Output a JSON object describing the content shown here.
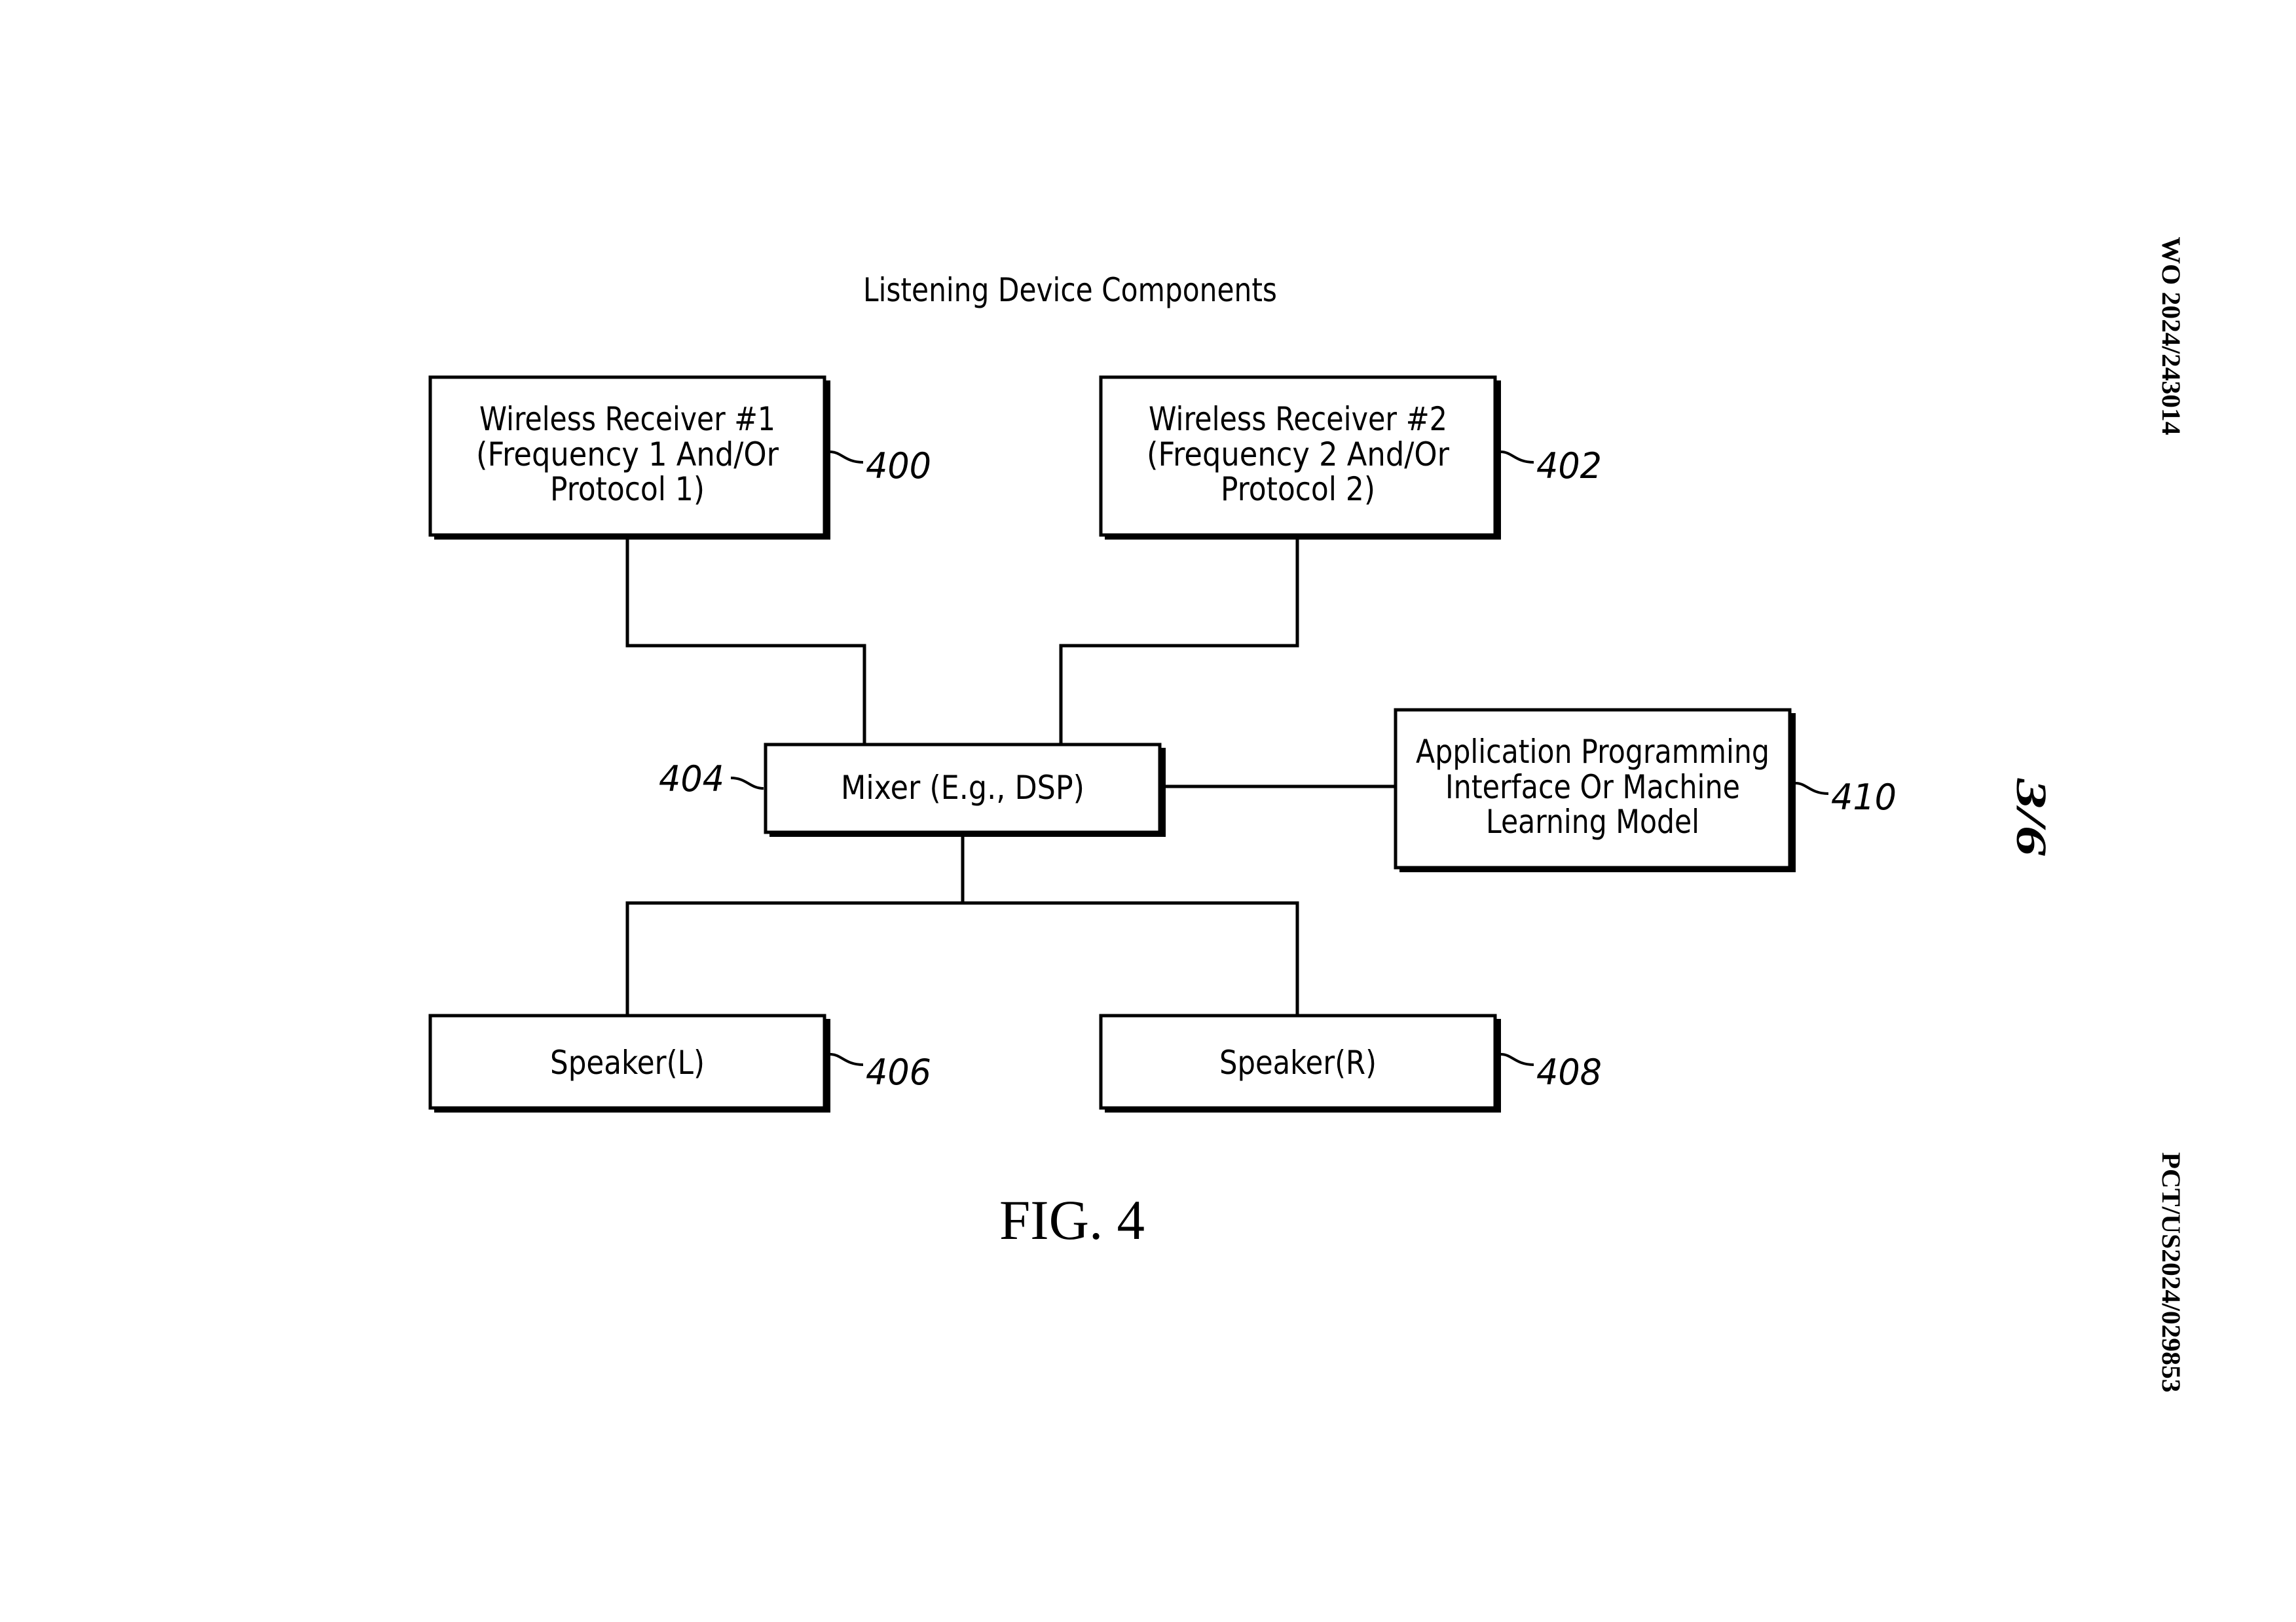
{
  "document": {
    "publication_number": "WO 2024/243014",
    "application_number": "PCT/US2024/029853",
    "sheet": "3/6",
    "figure_label": "FIG. 4"
  },
  "diagram": {
    "title": "Listening Device Components",
    "blocks": {
      "receiver1": {
        "ref": "400",
        "lines": [
          "Wireless Receiver #1",
          "(Frequency 1 And/Or",
          "Protocol 1)"
        ]
      },
      "receiver2": {
        "ref": "402",
        "lines": [
          "Wireless Receiver #2",
          "(Frequency 2 And/Or",
          "Protocol 2)"
        ]
      },
      "mixer": {
        "ref": "404",
        "lines": [
          "Mixer (E.g., DSP)"
        ]
      },
      "speaker_left": {
        "ref": "406",
        "lines": [
          "Speaker(L)"
        ]
      },
      "speaker_right": {
        "ref": "408",
        "lines": [
          "Speaker(R)"
        ]
      },
      "api_ml": {
        "ref": "410",
        "lines": [
          "Application Programming",
          "Interface Or Machine",
          "Learning Model"
        ]
      }
    },
    "connections": [
      {
        "from": "receiver1",
        "to": "mixer"
      },
      {
        "from": "receiver2",
        "to": "mixer"
      },
      {
        "from": "mixer",
        "to": "api_ml"
      },
      {
        "from": "mixer",
        "to": "speaker_left"
      },
      {
        "from": "mixer",
        "to": "speaker_right"
      }
    ]
  }
}
